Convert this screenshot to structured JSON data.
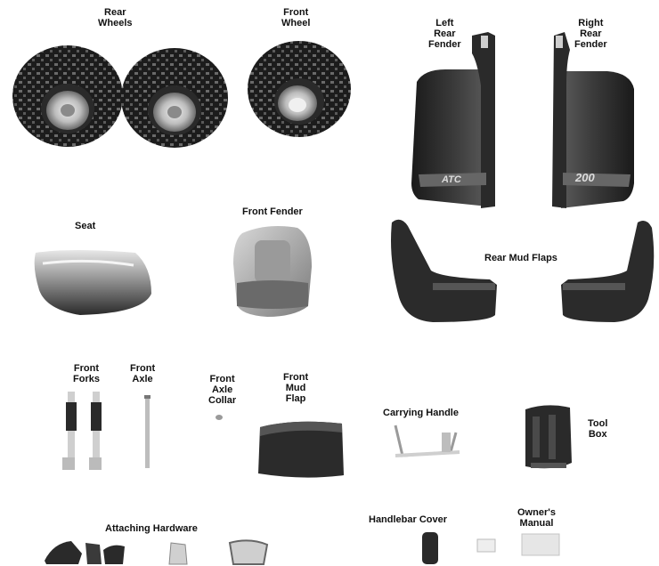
{
  "labels": {
    "rear_wheels": [
      "Rear",
      "Wheels"
    ],
    "front_wheel": [
      "Front",
      "Wheel"
    ],
    "left_rear_fender": [
      "Left",
      "Rear",
      "Fender"
    ],
    "right_rear_fender": [
      "Right",
      "Rear",
      "Fender"
    ],
    "seat": [
      "Seat"
    ],
    "front_fender": [
      "Front Fender"
    ],
    "rear_mud_flaps": [
      "Rear Mud Flaps"
    ],
    "front_forks": [
      "Front",
      "Forks"
    ],
    "front_axle": [
      "Front",
      "Axle"
    ],
    "front_axle_collar": [
      "Front",
      "Axle",
      "Collar"
    ],
    "front_mud_flap": [
      "Front",
      "Mud",
      "Flap"
    ],
    "carrying_handle": [
      "Carrying Handle"
    ],
    "tool_box": [
      "Tool",
      "Box"
    ],
    "attaching_hardware": [
      "Attaching Hardware"
    ],
    "handlebar_cover": [
      "Handlebar Cover"
    ],
    "owners_manual": [
      "Owner's",
      "Manual"
    ]
  },
  "fender_marks": {
    "left": "ATC",
    "right": "200"
  },
  "colors": {
    "ink": "#111111",
    "dark": "#1e1e1e",
    "mid": "#555555",
    "chrome": "#cfcfcf",
    "paper": "#ffffff"
  }
}
